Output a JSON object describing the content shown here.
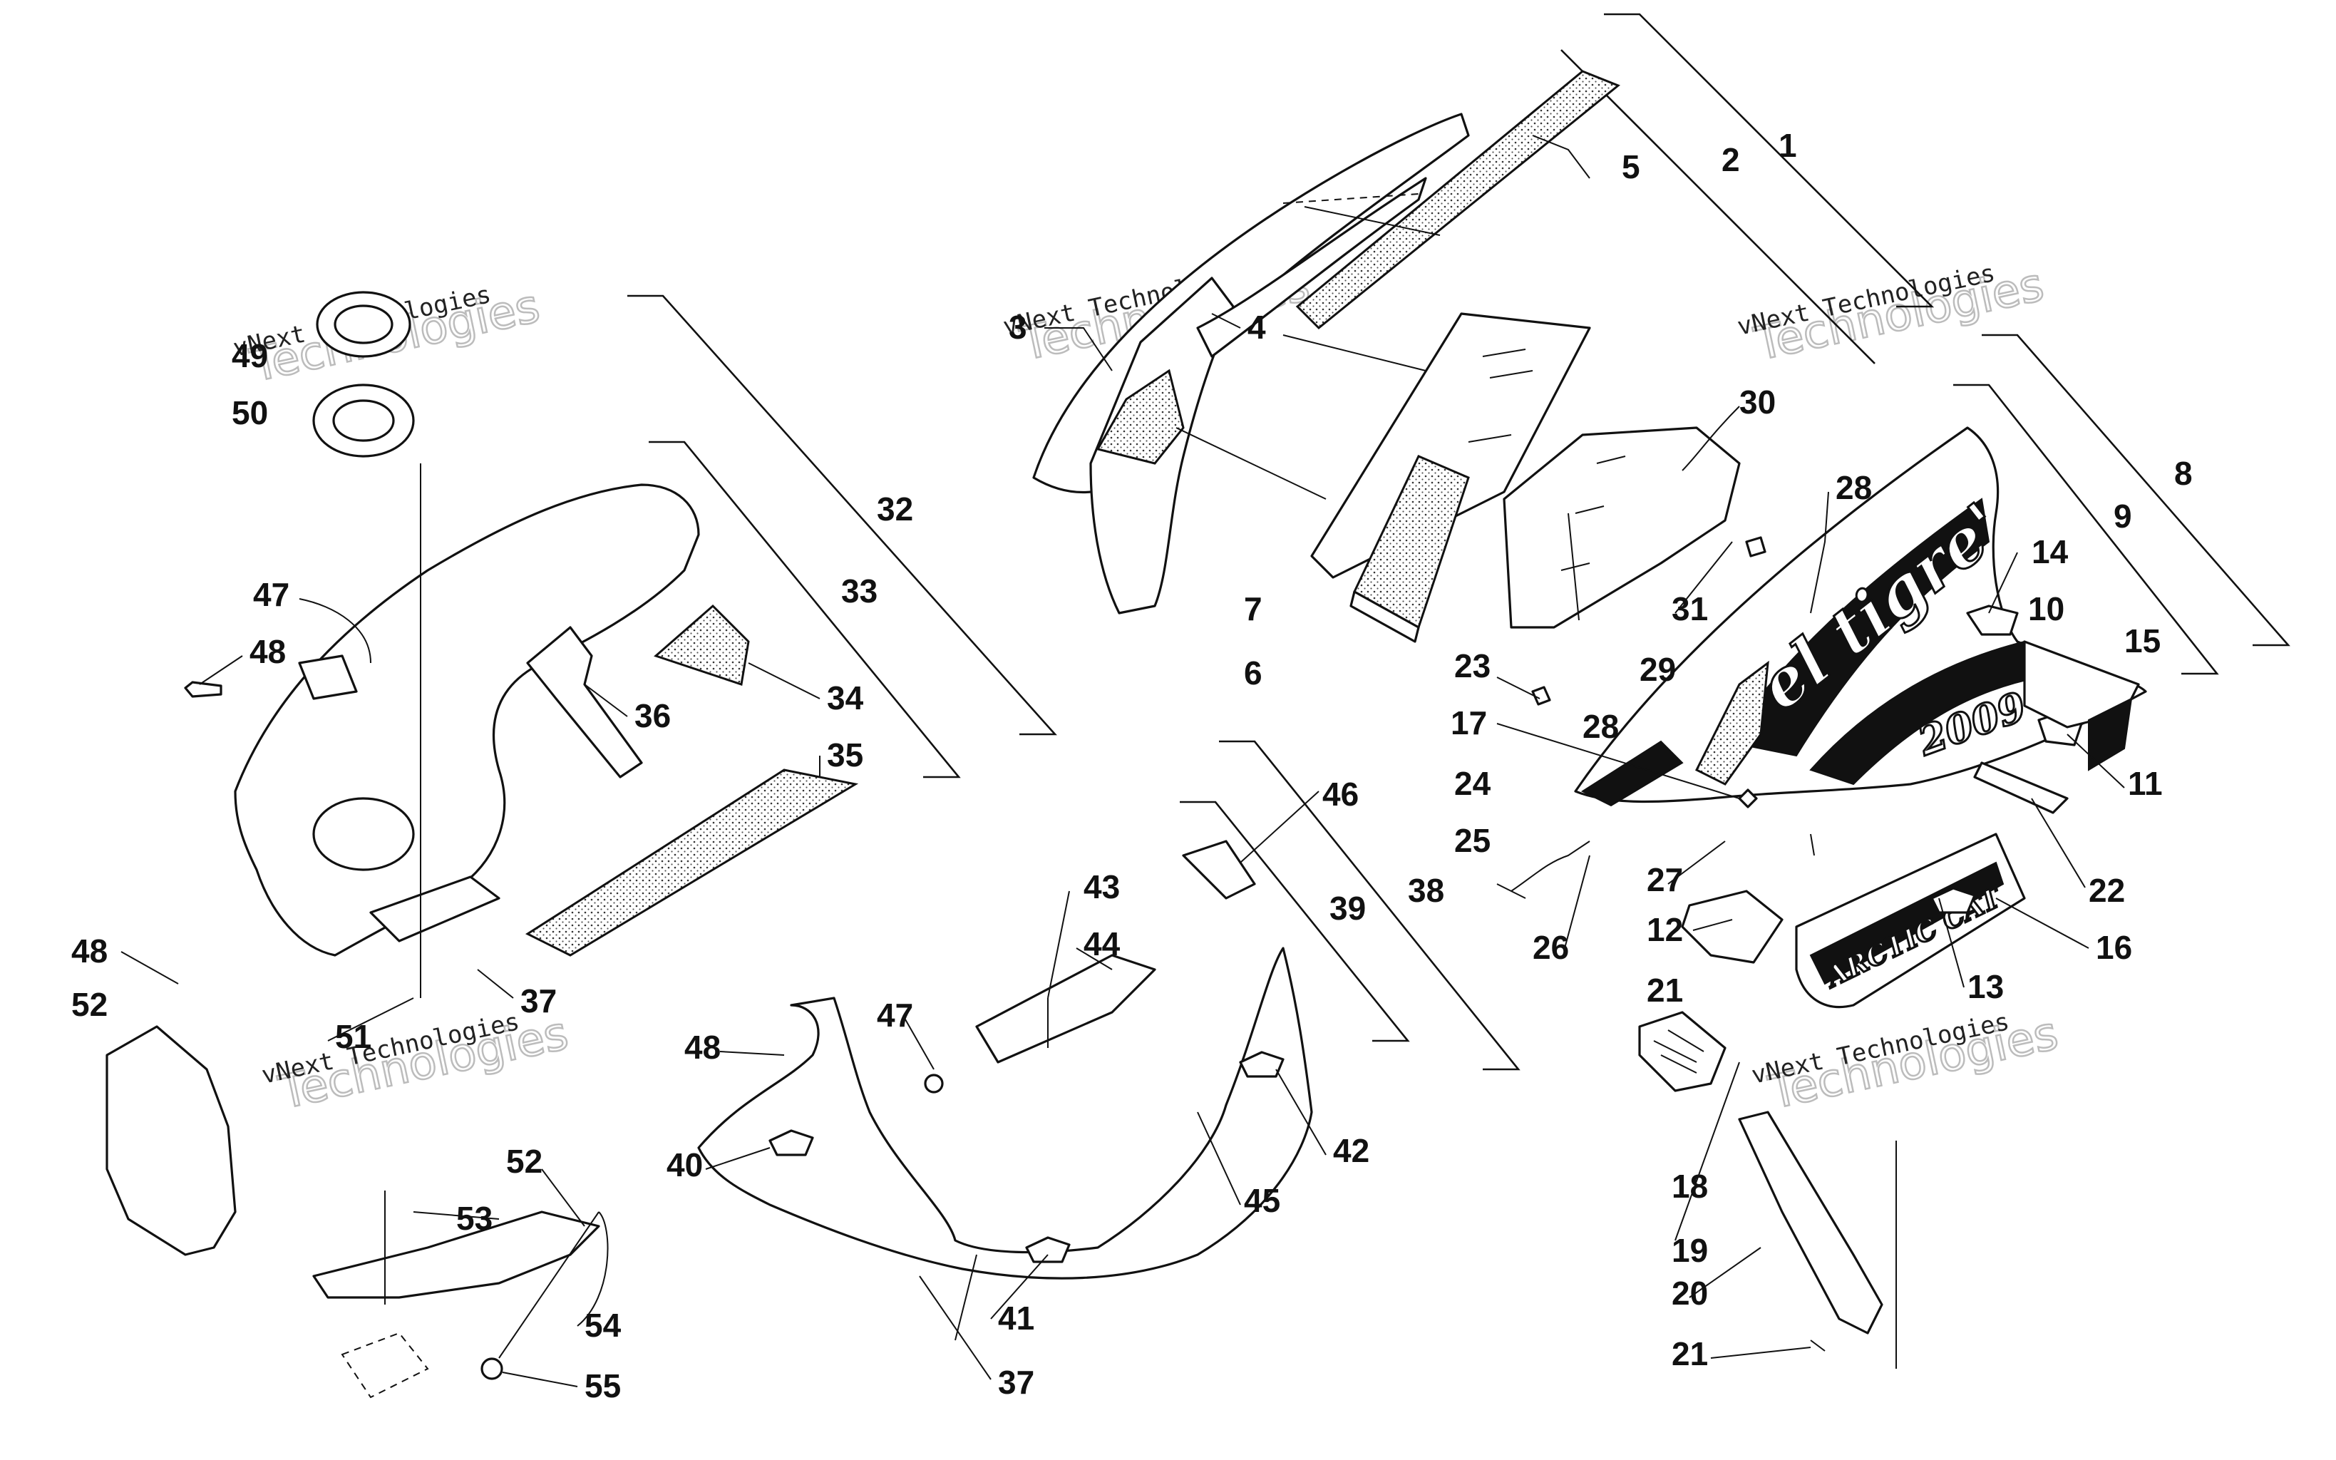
{
  "watermarks": [
    {
      "line1": "vNext Technologies",
      "line2": "Technologies"
    },
    {
      "line1": "vNext Technologies",
      "line2": "Technologies"
    },
    {
      "line1": "vNext Technologies",
      "line2": "Technologies"
    },
    {
      "line1": "vNext Technologies",
      "line2": "Technologies"
    },
    {
      "line1": "vNext Technologies",
      "line2": "Technologies"
    }
  ],
  "decals": {
    "brand": "el tigre'",
    "year": "2009",
    "maker": "ARCTIC CAT"
  },
  "callouts": [
    "1",
    "2",
    "3",
    "4",
    "5",
    "6",
    "7",
    "8",
    "9",
    "10",
    "11",
    "12",
    "13",
    "14",
    "15",
    "16",
    "17",
    "18",
    "19",
    "20",
    "21",
    "21",
    "22",
    "23",
    "24",
    "25",
    "26",
    "27",
    "28",
    "28",
    "29",
    "30",
    "31",
    "32",
    "33",
    "34",
    "35",
    "36",
    "37",
    "37",
    "38",
    "39",
    "40",
    "41",
    "42",
    "43",
    "44",
    "45",
    "46",
    "47",
    "47",
    "48",
    "48",
    "48",
    "49",
    "50",
    "51",
    "52",
    "52",
    "53",
    "54",
    "55"
  ]
}
